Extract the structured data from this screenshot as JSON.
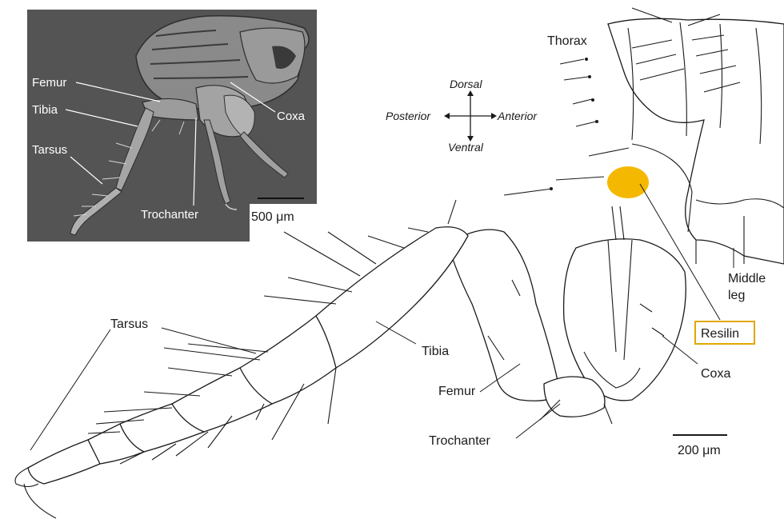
{
  "micrograph": {
    "labels": {
      "femur": "Femur",
      "tibia": "Tibia",
      "tarsus": "Tarsus",
      "coxa": "Coxa",
      "trochanter": "Trochanter"
    },
    "scale_bar": "500 μm"
  },
  "compass": {
    "dorsal": "Dorsal",
    "ventral": "Ventral",
    "posterior": "Posterior",
    "anterior": "Anterior"
  },
  "drawing": {
    "labels": {
      "thorax": "Thorax",
      "middle_leg_line1": "Middle",
      "middle_leg_line2": "leg",
      "resilin": "Resilin",
      "coxa": "Coxa",
      "tibia": "Tibia",
      "femur": "Femur",
      "trochanter": "Trochanter",
      "tarsus": "Tarsus"
    },
    "scale_bar": "200 μm",
    "colors": {
      "resilin": "#f5b800",
      "resilin_box": "#e0a800",
      "micrograph_bg": "#545454"
    }
  }
}
